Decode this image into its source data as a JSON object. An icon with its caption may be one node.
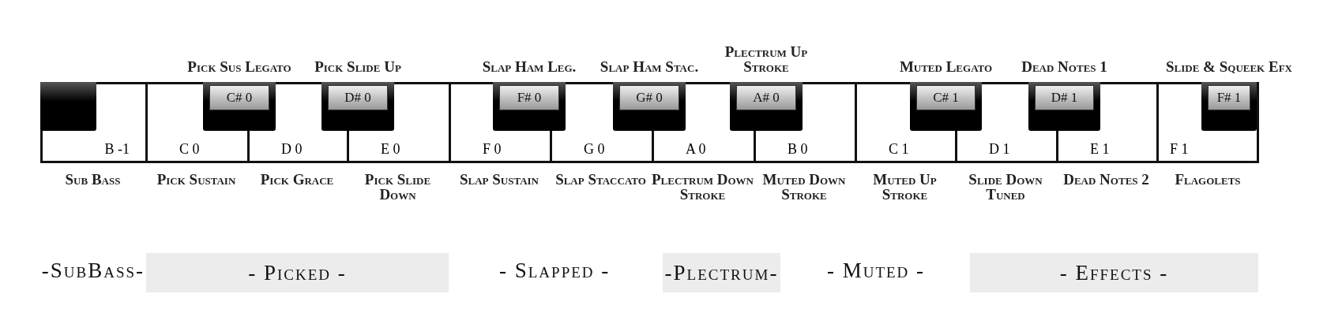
{
  "diagram": {
    "nodes": [
      {
        "text": [],
        "shape": "box"
      },
      {
        "text": [
          "C# 0"
        ],
        "beside": [
          "Pick Sus Legato"
        ]
      },
      {
        "text": [
          "D# 0"
        ],
        "beside": [
          "Pick Slide Up"
        ]
      },
      {
        "text": [
          "F# 0"
        ],
        "beside": [
          "Slap Ham Leg."
        ]
      },
      {
        "text": [
          "G# 0"
        ],
        "beside": [
          "Slap Ham Stac."
        ]
      },
      {
        "text": [
          "A# 0"
        ],
        "beside": [
          "Plectrum Up Stroke"
        ]
      },
      {
        "text": [
          "C# 1"
        ],
        "beside": [
          "Muted Legato"
        ]
      },
      {
        "text": [
          "D# 1"
        ],
        "beside": [
          "Dead Notes 1"
        ]
      },
      {
        "text": [
          "F# 1"
        ],
        "beside": [
          "Slide & Squeek Efx"
        ]
      },
      {
        "text": [
          "B -1"
        ],
        "beside": [
          "Sub Bass"
        ]
      },
      {
        "text": [
          "C 0"
        ],
        "beside": [
          "Pick Sustain"
        ]
      },
      {
        "text": [
          "D 0"
        ],
        "beside": [
          "Pick Grace"
        ]
      },
      {
        "text": [
          "E 0"
        ],
        "beside": [
          "Pick Slide Down"
        ]
      },
      {
        "text": [
          "F 0"
        ],
        "beside": [
          "Slap Sustain"
        ]
      },
      {
        "text": [
          "G 0"
        ],
        "beside": [
          "Slap Staccato"
        ]
      },
      {
        "text": [
          "A 0"
        ],
        "beside": [
          "Plectrum Down Stroke"
        ]
      },
      {
        "text": [
          "B 0"
        ],
        "beside": [
          "Muted Down Stroke"
        ]
      },
      {
        "text": [
          "C 1"
        ],
        "beside": [
          "Muted Up Stroke"
        ]
      },
      {
        "text": [
          "D 1"
        ],
        "beside": [
          "Slide Down Tuned"
        ]
      },
      {
        "text": [
          "E 1"
        ],
        "beside": [
          "Dead Notes 2"
        ]
      },
      {
        "text": [
          "F 1"
        ],
        "beside": [
          "Flagolets"
        ]
      },
      {
        "text": [
          "- Picked -"
        ]
      },
      {
        "text": [
          "-Plectrum-"
        ]
      },
      {
        "text": [
          "- Effects -"
        ]
      }
    ],
    "labels": [
      "-SubBass-",
      "- Slapped -",
      "- Muted -"
    ]
  }
}
